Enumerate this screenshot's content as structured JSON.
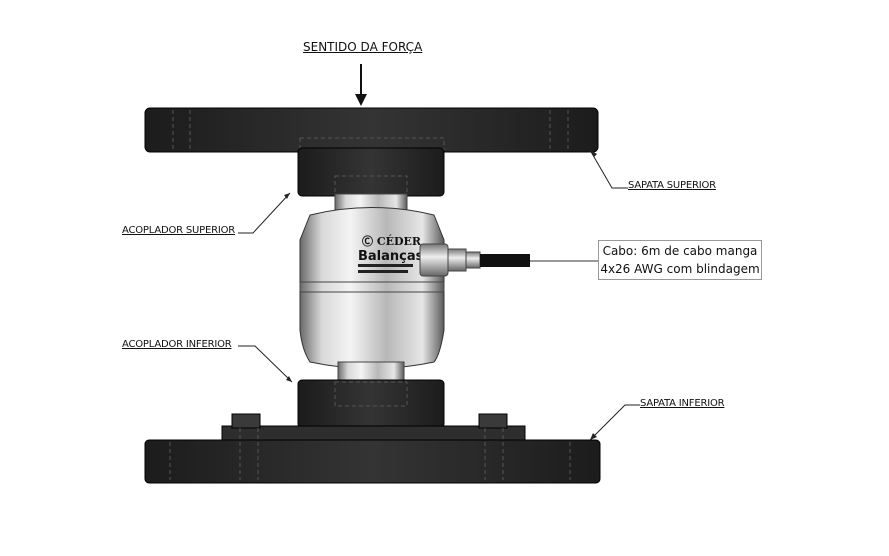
{
  "title": "SENTIDO DA FORÇA",
  "labels": {
    "sapata_superior": "SAPATA SUPERIOR",
    "acoplador_superior": "ACOPLADOR SUPERIOR",
    "acoplador_inferior": "ACOPLADOR INFERIOR",
    "sapata_inferior": "SAPATA INFERIOR"
  },
  "cable_note": {
    "line1": "Cabo: 6m de cabo manga",
    "line2": "4x26 AWG com blindagem"
  },
  "logo": {
    "brand": "CÉDER",
    "sub": "Balanças"
  },
  "colors": {
    "plate": "#2b2b2b",
    "steel": "#c8c8c8",
    "cable": "#111111"
  }
}
